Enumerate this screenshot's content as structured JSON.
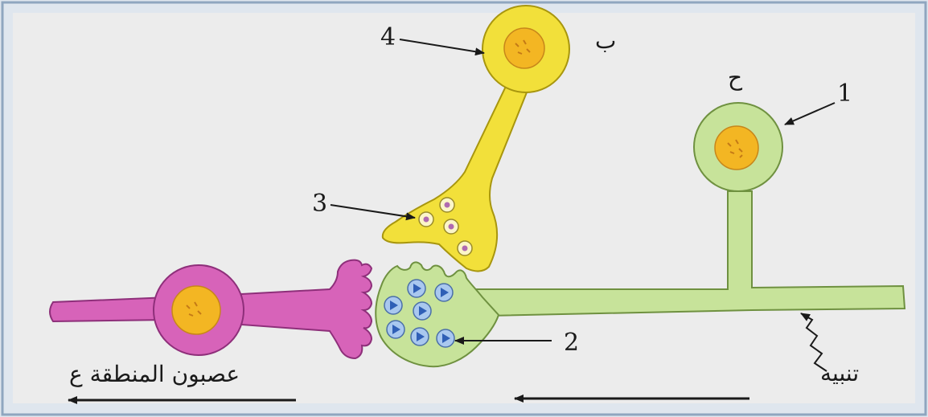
{
  "labels": {
    "n1": "1",
    "n2": "2",
    "n3": "3",
    "n4": "4",
    "neuron_b": "ب",
    "neuron_c": "ح",
    "neuron_region": "عصبون المنطقة ع",
    "stimulus": "تنبيه"
  },
  "colors": {
    "background": "#dfe6ee",
    "frame": "#8fa6bf",
    "panel": "#ececec",
    "yellow_neuron": "#f2e03a",
    "yellow_outline": "#a8960e",
    "green_neuron": "#c7e39a",
    "green_outline": "#6f9140",
    "pink_neuron": "#d763b9",
    "pink_outline": "#8e2f7a",
    "nucleus": "#f3b623",
    "vesicle_green_fill": "#a9c8ef",
    "vesicle_green_mark": "#2f5fb6",
    "vesicle_yellow_mark": "#b06ab0",
    "arrow": "#1a1a1a"
  }
}
